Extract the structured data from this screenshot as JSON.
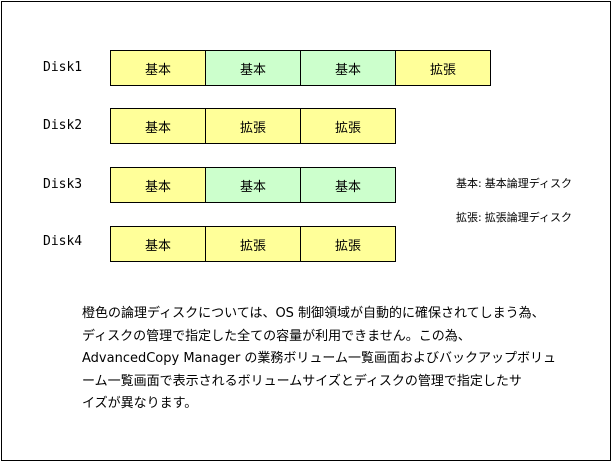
{
  "disks": [
    {
      "label": "Disk1",
      "partitions": [
        {
          "text": "基本",
          "kind": "basic"
        },
        {
          "text": "基本",
          "kind": "logical"
        },
        {
          "text": "基本",
          "kind": "logical"
        },
        {
          "text": "拡張",
          "kind": "basic"
        }
      ]
    },
    {
      "label": "Disk2",
      "partitions": [
        {
          "text": "基本",
          "kind": "basic"
        },
        {
          "text": "拡張",
          "kind": "basic"
        },
        {
          "text": "拡張",
          "kind": "basic"
        }
      ]
    },
    {
      "label": "Disk3",
      "partitions": [
        {
          "text": "基本",
          "kind": "basic"
        },
        {
          "text": "基本",
          "kind": "logical"
        },
        {
          "text": "基本",
          "kind": "logical"
        }
      ]
    },
    {
      "label": "Disk4",
      "partitions": [
        {
          "text": "基本",
          "kind": "basic"
        },
        {
          "text": "拡張",
          "kind": "basic"
        },
        {
          "text": "拡張",
          "kind": "basic"
        }
      ]
    }
  ],
  "legend": [
    {
      "term": "基本:",
      "desc": "基本論理ディスク"
    },
    {
      "term": "拡張:",
      "desc": "拡張論理ディスク"
    }
  ],
  "note_lines": [
    "橙色の論理ディスクについては、OS 制御領域が自動的に確保されてしまう為、",
    "ディスクの管理で指定した全ての容量が利用できません。この為、",
    "AdvancedCopy Manager の業務ボリューム一覧画面およびバックアップボリュ",
    "ーム一覧画面で表示されるボリュームサイズとディスクの管理で指定したサ",
    "イズが異なります。"
  ],
  "colors": {
    "basic": "#ffff99",
    "logical": "#ccffcc"
  }
}
